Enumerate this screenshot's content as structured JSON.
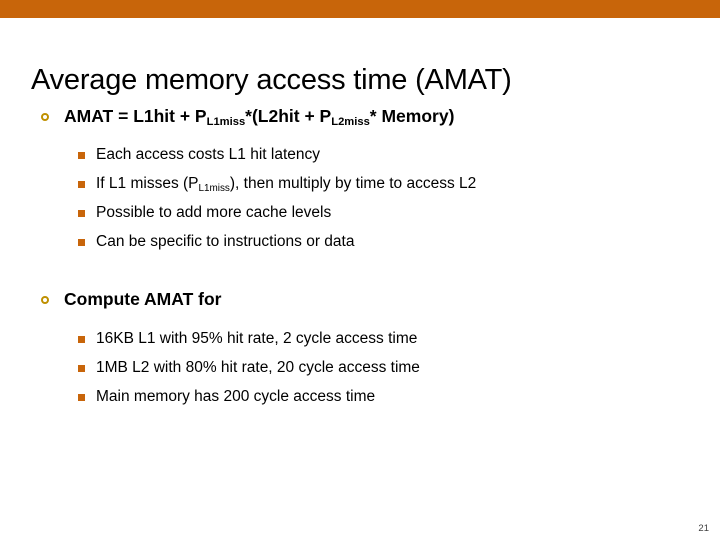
{
  "theme": {
    "accent_bar_color": "#c8650a",
    "level1_bullet_color": "#bf9000",
    "level2_bullet_color": "#c8650a",
    "text_color": "#000000",
    "background_color": "#ffffff"
  },
  "slide": {
    "title": "Average memory access time (AMAT)",
    "page_number": "21",
    "blocks": [
      {
        "heading": {
          "bullet": "hollow-circle",
          "parts": [
            {
              "text": "AMAT = L1hit + P",
              "sub": false
            },
            {
              "text": "L1miss",
              "sub": true
            },
            {
              "text": "*(L2hit + P",
              "sub": false
            },
            {
              "text": "L2miss",
              "sub": true
            },
            {
              "text": "* Memory)",
              "sub": false
            }
          ]
        },
        "items": [
          {
            "parts": [
              {
                "text": "Each access costs L1 hit latency",
                "sub": false
              }
            ]
          },
          {
            "parts": [
              {
                "text": "If L1 misses (P",
                "sub": false
              },
              {
                "text": "L1miss",
                "sub": true
              },
              {
                "text": "), then multiply by time to access L2",
                "sub": false
              }
            ]
          },
          {
            "parts": [
              {
                "text": "Possible to add more cache levels",
                "sub": false
              }
            ]
          },
          {
            "parts": [
              {
                "text": "Can be specific to instructions or data",
                "sub": false
              }
            ]
          }
        ]
      },
      {
        "heading": {
          "bullet": "hollow-circle",
          "parts": [
            {
              "text": "Compute AMAT for",
              "sub": false
            }
          ]
        },
        "items": [
          {
            "parts": [
              {
                "text": "16KB L1 with 95% hit rate, 2 cycle access time",
                "sub": false
              }
            ]
          },
          {
            "parts": [
              {
                "text": "1MB L2 with 80% hit rate, 20 cycle access time",
                "sub": false
              }
            ]
          },
          {
            "parts": [
              {
                "text": "Main memory has 200 cycle access time",
                "sub": false
              }
            ]
          }
        ]
      }
    ]
  }
}
